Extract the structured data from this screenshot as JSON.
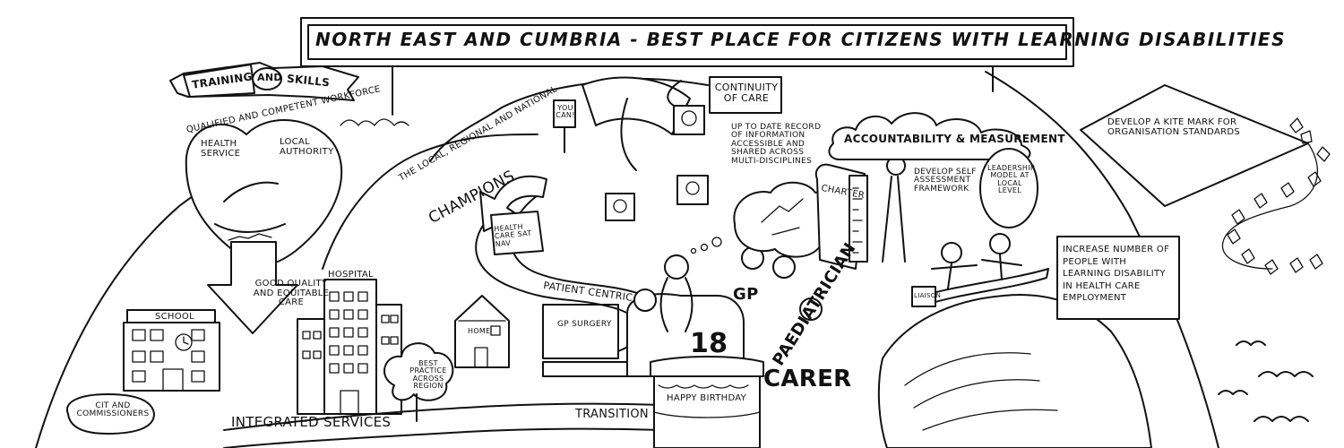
{
  "banner": {
    "title": "NORTH EAST AND CUMBRIA - BEST PLACE FOR CITIZENS WITH LEARNING DISABILITIES"
  },
  "training": {
    "training_label": "TRAINING",
    "and_label": "AND",
    "skills_label": "SKILLS",
    "workforce": "QUALIFIED AND COMPETENT WORKFORCE",
    "health_service": "HEALTH SERVICE",
    "local_authority": "LOCAL AUTHORITY",
    "good_quality": "GOOD QUALITY AND EQUITABLE CARE"
  },
  "champions": {
    "prefix": "THE LOCAL, REGIONAL AND NATIONAL",
    "label": "CHAMPIONS",
    "you_can": "YOU CAN!"
  },
  "continuity": {
    "title": "CONTINUITY OF CARE",
    "record": "UP TO DATE RECORD OF INFORMATION ACCESSIBLE AND SHARED ACROSS MULTI-DISCIPLINES"
  },
  "accountability": {
    "title": "ACCOUNTABILITY & MEASUREMENT",
    "charter": "CHARTER",
    "self_assessment": "DEVELOP SELF ASSESSMENT FRAMEWORK",
    "leadership": "LEADERSHIP MODEL AT LOCAL LEVEL"
  },
  "kite": {
    "text": "DEVELOP A KITE MARK FOR ORGANISATION STANDARDS"
  },
  "employment": {
    "text": "INCREASE NUMBER OF PEOPLE WITH LEARNING DISABILITY IN HEALTH CARE EMPLOYMENT"
  },
  "buildings": {
    "school": "SCHOOL",
    "hospital": "HOSPITAL",
    "home": "HOME",
    "gp_surgery": "GP SURGERY",
    "best_practice": "BEST PRACTICE ACROSS REGION"
  },
  "road": {
    "health_satnav": "HEALTH CARE SAT NAV",
    "patient_centric": "PATIENT CENTRIC",
    "transition": "TRANSITION",
    "integrated": "INTEGRATED SERVICES",
    "commissioners": "CIT AND COMMISSIONERS"
  },
  "cake": {
    "number": "18",
    "birthday": "HAPPY BIRTHDAY",
    "gp": "GP",
    "paediatrician": "PAEDIATRICIAN",
    "carer": "CARER"
  },
  "surf": {
    "liaison": "LIAISON"
  }
}
